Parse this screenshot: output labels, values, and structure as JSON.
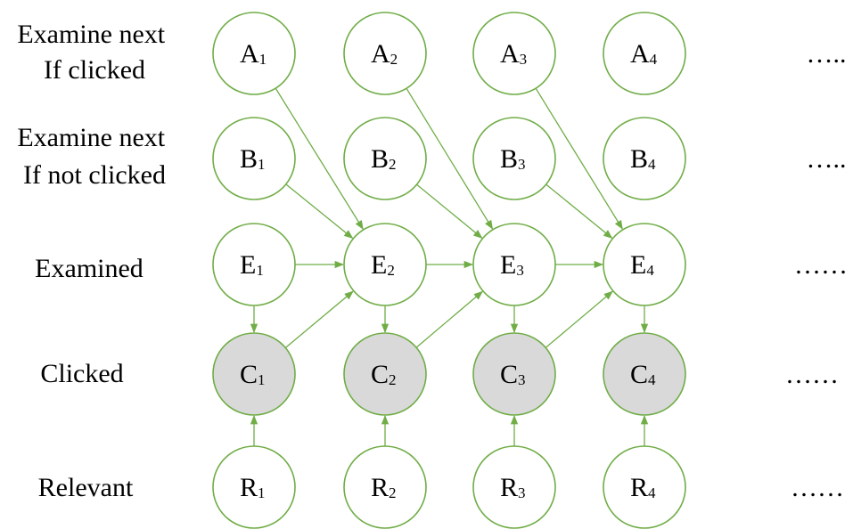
{
  "row_labels": {
    "a": [
      "Examine next",
      "If clicked"
    ],
    "b": [
      "Examine next",
      "If not clicked"
    ],
    "e": [
      "Examined"
    ],
    "c": [
      "Clicked"
    ],
    "r": [
      "Relevant"
    ]
  },
  "rows": [
    {
      "key": "a",
      "letter": "A",
      "shaded": false,
      "ellipsis": "….."
    },
    {
      "key": "b",
      "letter": "B",
      "shaded": false,
      "ellipsis": "….."
    },
    {
      "key": "e",
      "letter": "E",
      "shaded": false,
      "ellipsis": "……"
    },
    {
      "key": "c",
      "letter": "C",
      "shaded": true,
      "ellipsis": "……"
    },
    {
      "key": "r",
      "letter": "R",
      "shaded": false,
      "ellipsis": "……"
    }
  ],
  "subscripts": [
    "1",
    "2",
    "3",
    "4"
  ],
  "edges": [
    {
      "from": "A1",
      "to": "E2"
    },
    {
      "from": "B1",
      "to": "E2"
    },
    {
      "from": "A2",
      "to": "E3"
    },
    {
      "from": "B2",
      "to": "E3"
    },
    {
      "from": "A3",
      "to": "E4"
    },
    {
      "from": "B3",
      "to": "E4"
    },
    {
      "from": "E1",
      "to": "E2"
    },
    {
      "from": "E2",
      "to": "E3"
    },
    {
      "from": "E3",
      "to": "E4"
    },
    {
      "from": "C1",
      "to": "E2"
    },
    {
      "from": "C2",
      "to": "E3"
    },
    {
      "from": "C3",
      "to": "E4"
    },
    {
      "from": "E1",
      "to": "C1"
    },
    {
      "from": "E2",
      "to": "C2"
    },
    {
      "from": "E3",
      "to": "C3"
    },
    {
      "from": "E4",
      "to": "C4"
    },
    {
      "from": "R1",
      "to": "C1"
    },
    {
      "from": "R2",
      "to": "C2"
    },
    {
      "from": "R3",
      "to": "C3"
    },
    {
      "from": "R4",
      "to": "C4"
    }
  ],
  "colors": {
    "edge": "#70ad47",
    "node_stroke": "#70ad47",
    "node_fill": "#ffffff",
    "node_fill_shaded": "#d9d9d9"
  }
}
